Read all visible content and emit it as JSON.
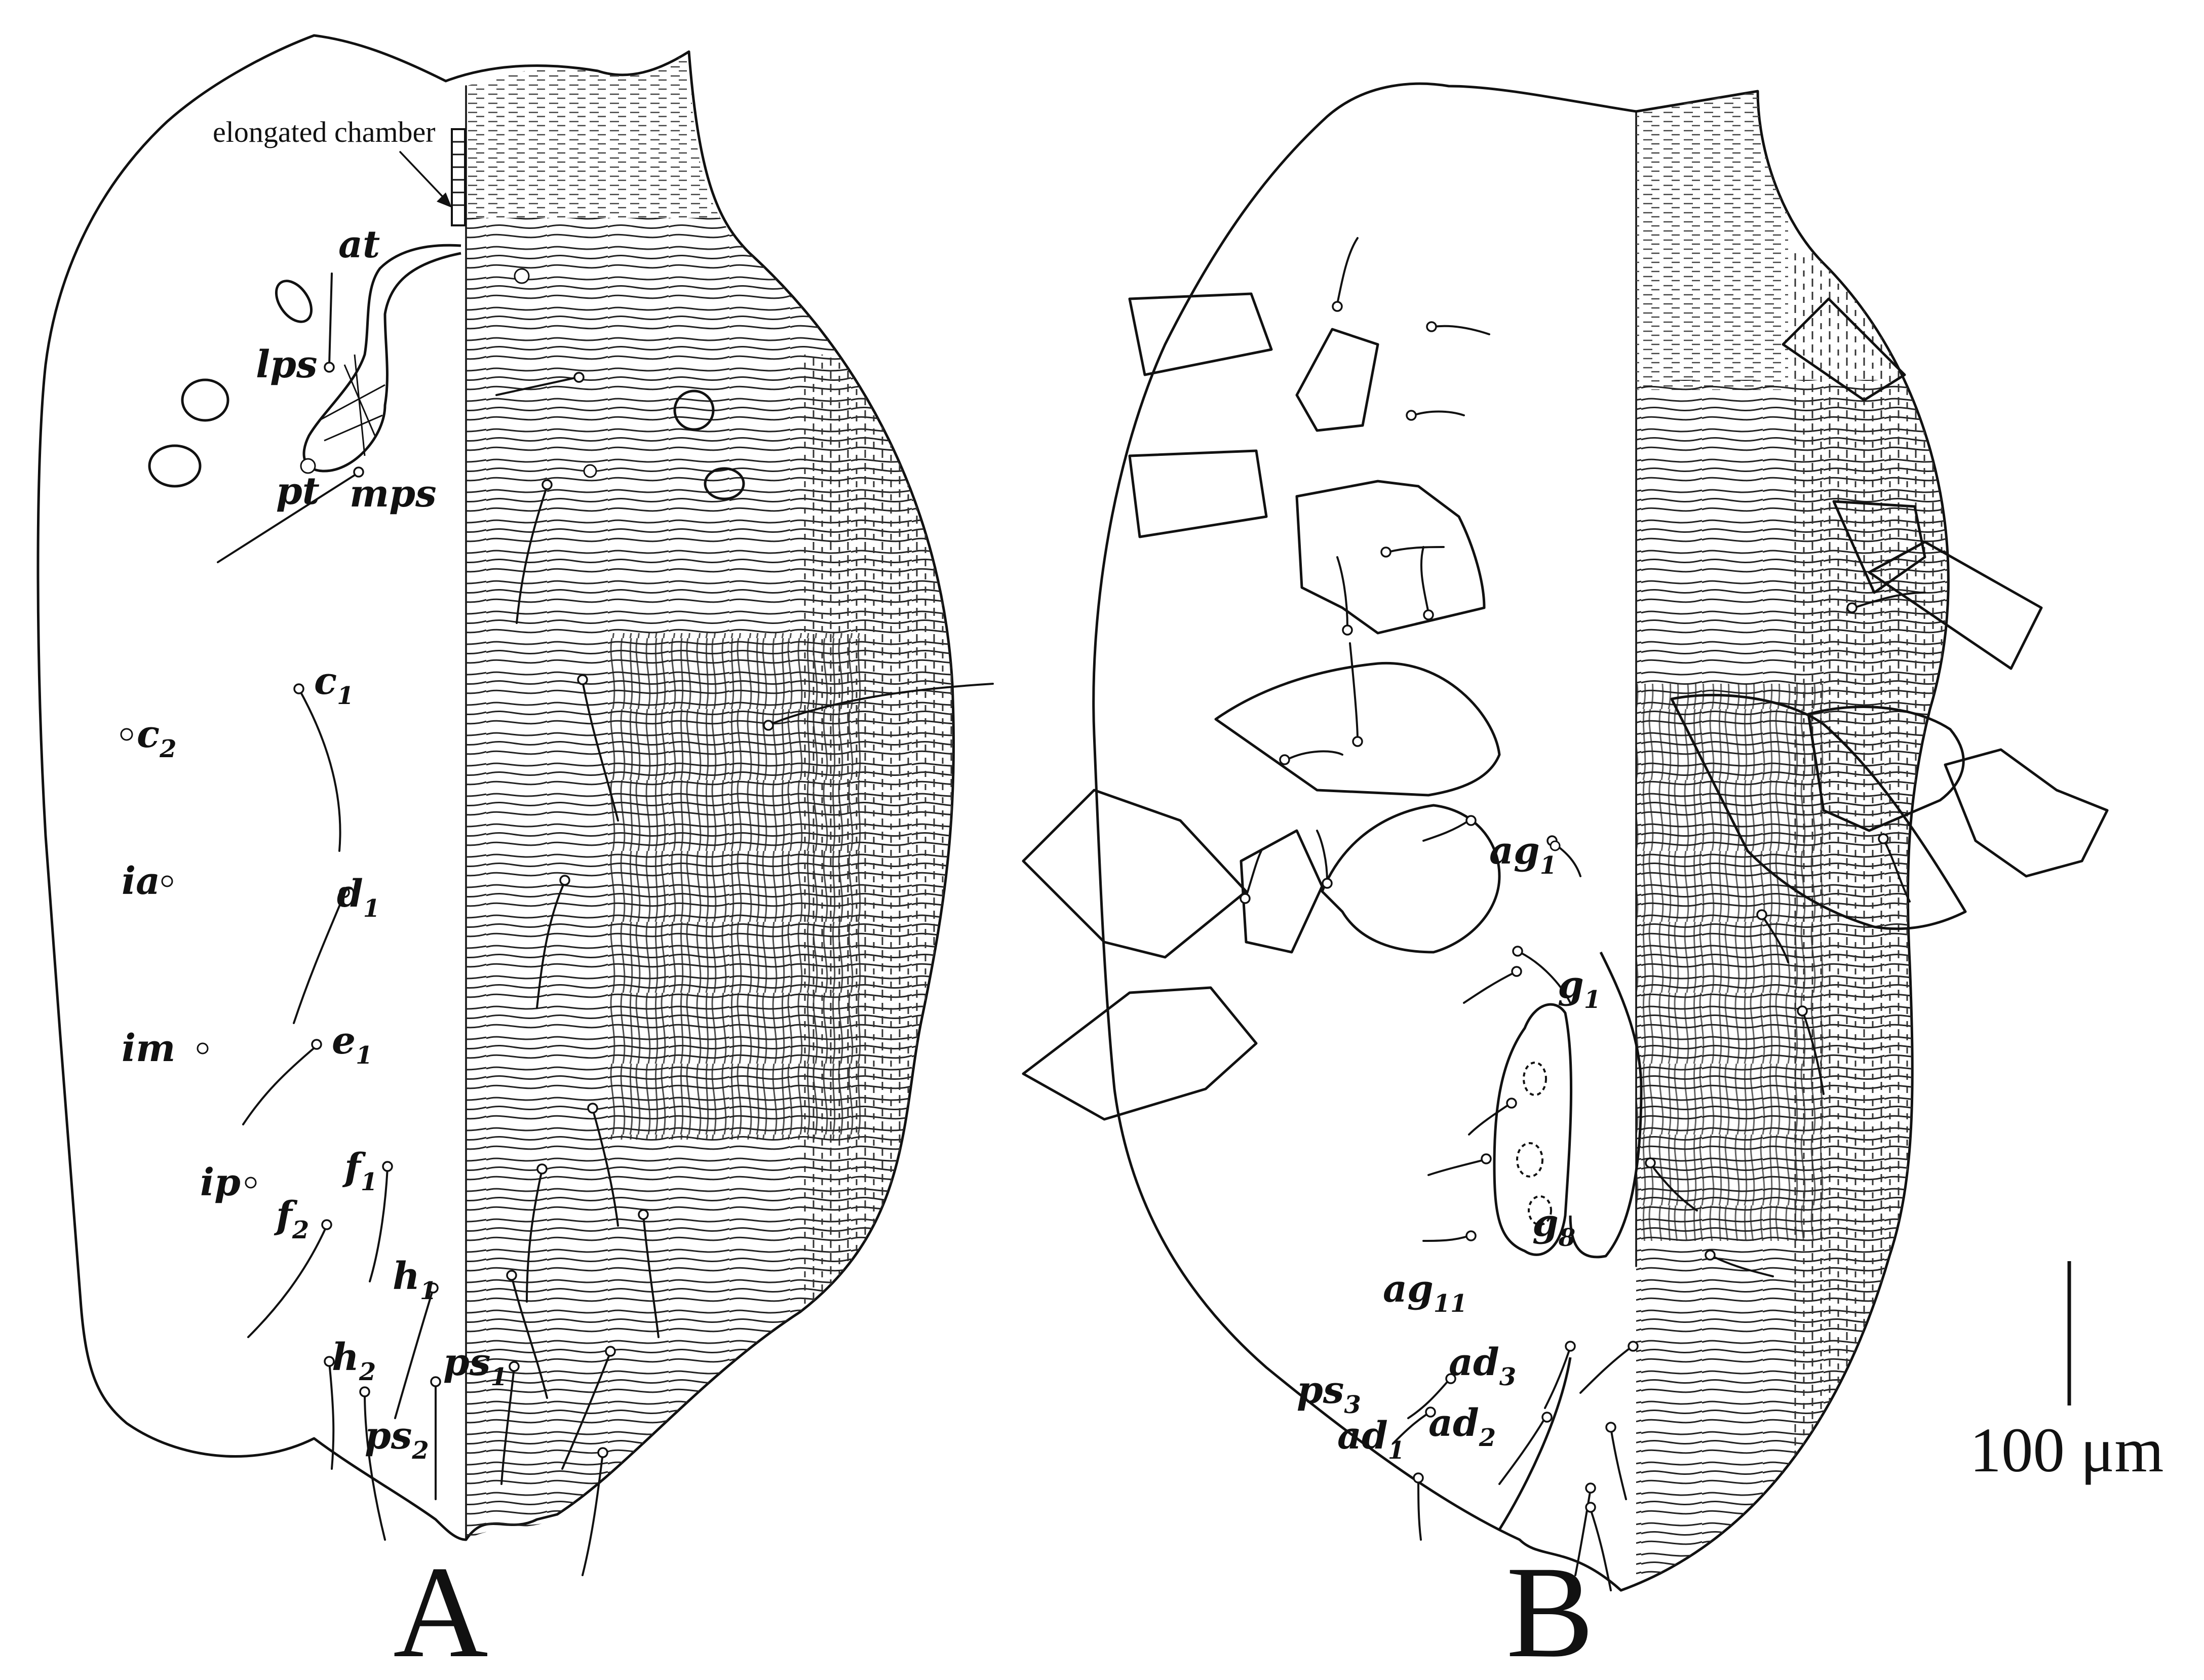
{
  "panel_a": {
    "panel_label": "A",
    "annotation": "elongated chamber",
    "setae": {
      "at": {
        "base": "at",
        "sub": ""
      },
      "lps": {
        "base": "lps",
        "sub": ""
      },
      "pt": {
        "base": "pt",
        "sub": ""
      },
      "mps": {
        "base": "mps",
        "sub": ""
      },
      "c1": {
        "base": "c",
        "sub": "1"
      },
      "c2": {
        "base": "c",
        "sub": "2"
      },
      "ia": {
        "base": "ia",
        "sub": ""
      },
      "d1": {
        "base": "d",
        "sub": "1"
      },
      "im": {
        "base": "im",
        "sub": ""
      },
      "e1": {
        "base": "e",
        "sub": "1"
      },
      "ip": {
        "base": "ip",
        "sub": ""
      },
      "f1": {
        "base": "f",
        "sub": "1"
      },
      "f2": {
        "base": "f",
        "sub": "2"
      },
      "h1": {
        "base": "h",
        "sub": "1"
      },
      "h2": {
        "base": "h",
        "sub": "2"
      },
      "ps1": {
        "base": "ps",
        "sub": "1"
      },
      "ps2": {
        "base": "ps",
        "sub": "2"
      }
    }
  },
  "panel_b": {
    "panel_label": "B",
    "setae": {
      "ag1": {
        "base": "ag",
        "sub": "1"
      },
      "g1": {
        "base": "g",
        "sub": "1"
      },
      "g8": {
        "base": "g",
        "sub": "8"
      },
      "ag11": {
        "base": "ag",
        "sub": "11"
      },
      "ps3": {
        "base": "ps",
        "sub": "3"
      },
      "ad3": {
        "base": "ad",
        "sub": "3"
      },
      "ad1": {
        "base": "ad",
        "sub": "1"
      },
      "ad2": {
        "base": "ad",
        "sub": "2"
      }
    }
  },
  "scale_bar": {
    "label": "100 μm"
  }
}
